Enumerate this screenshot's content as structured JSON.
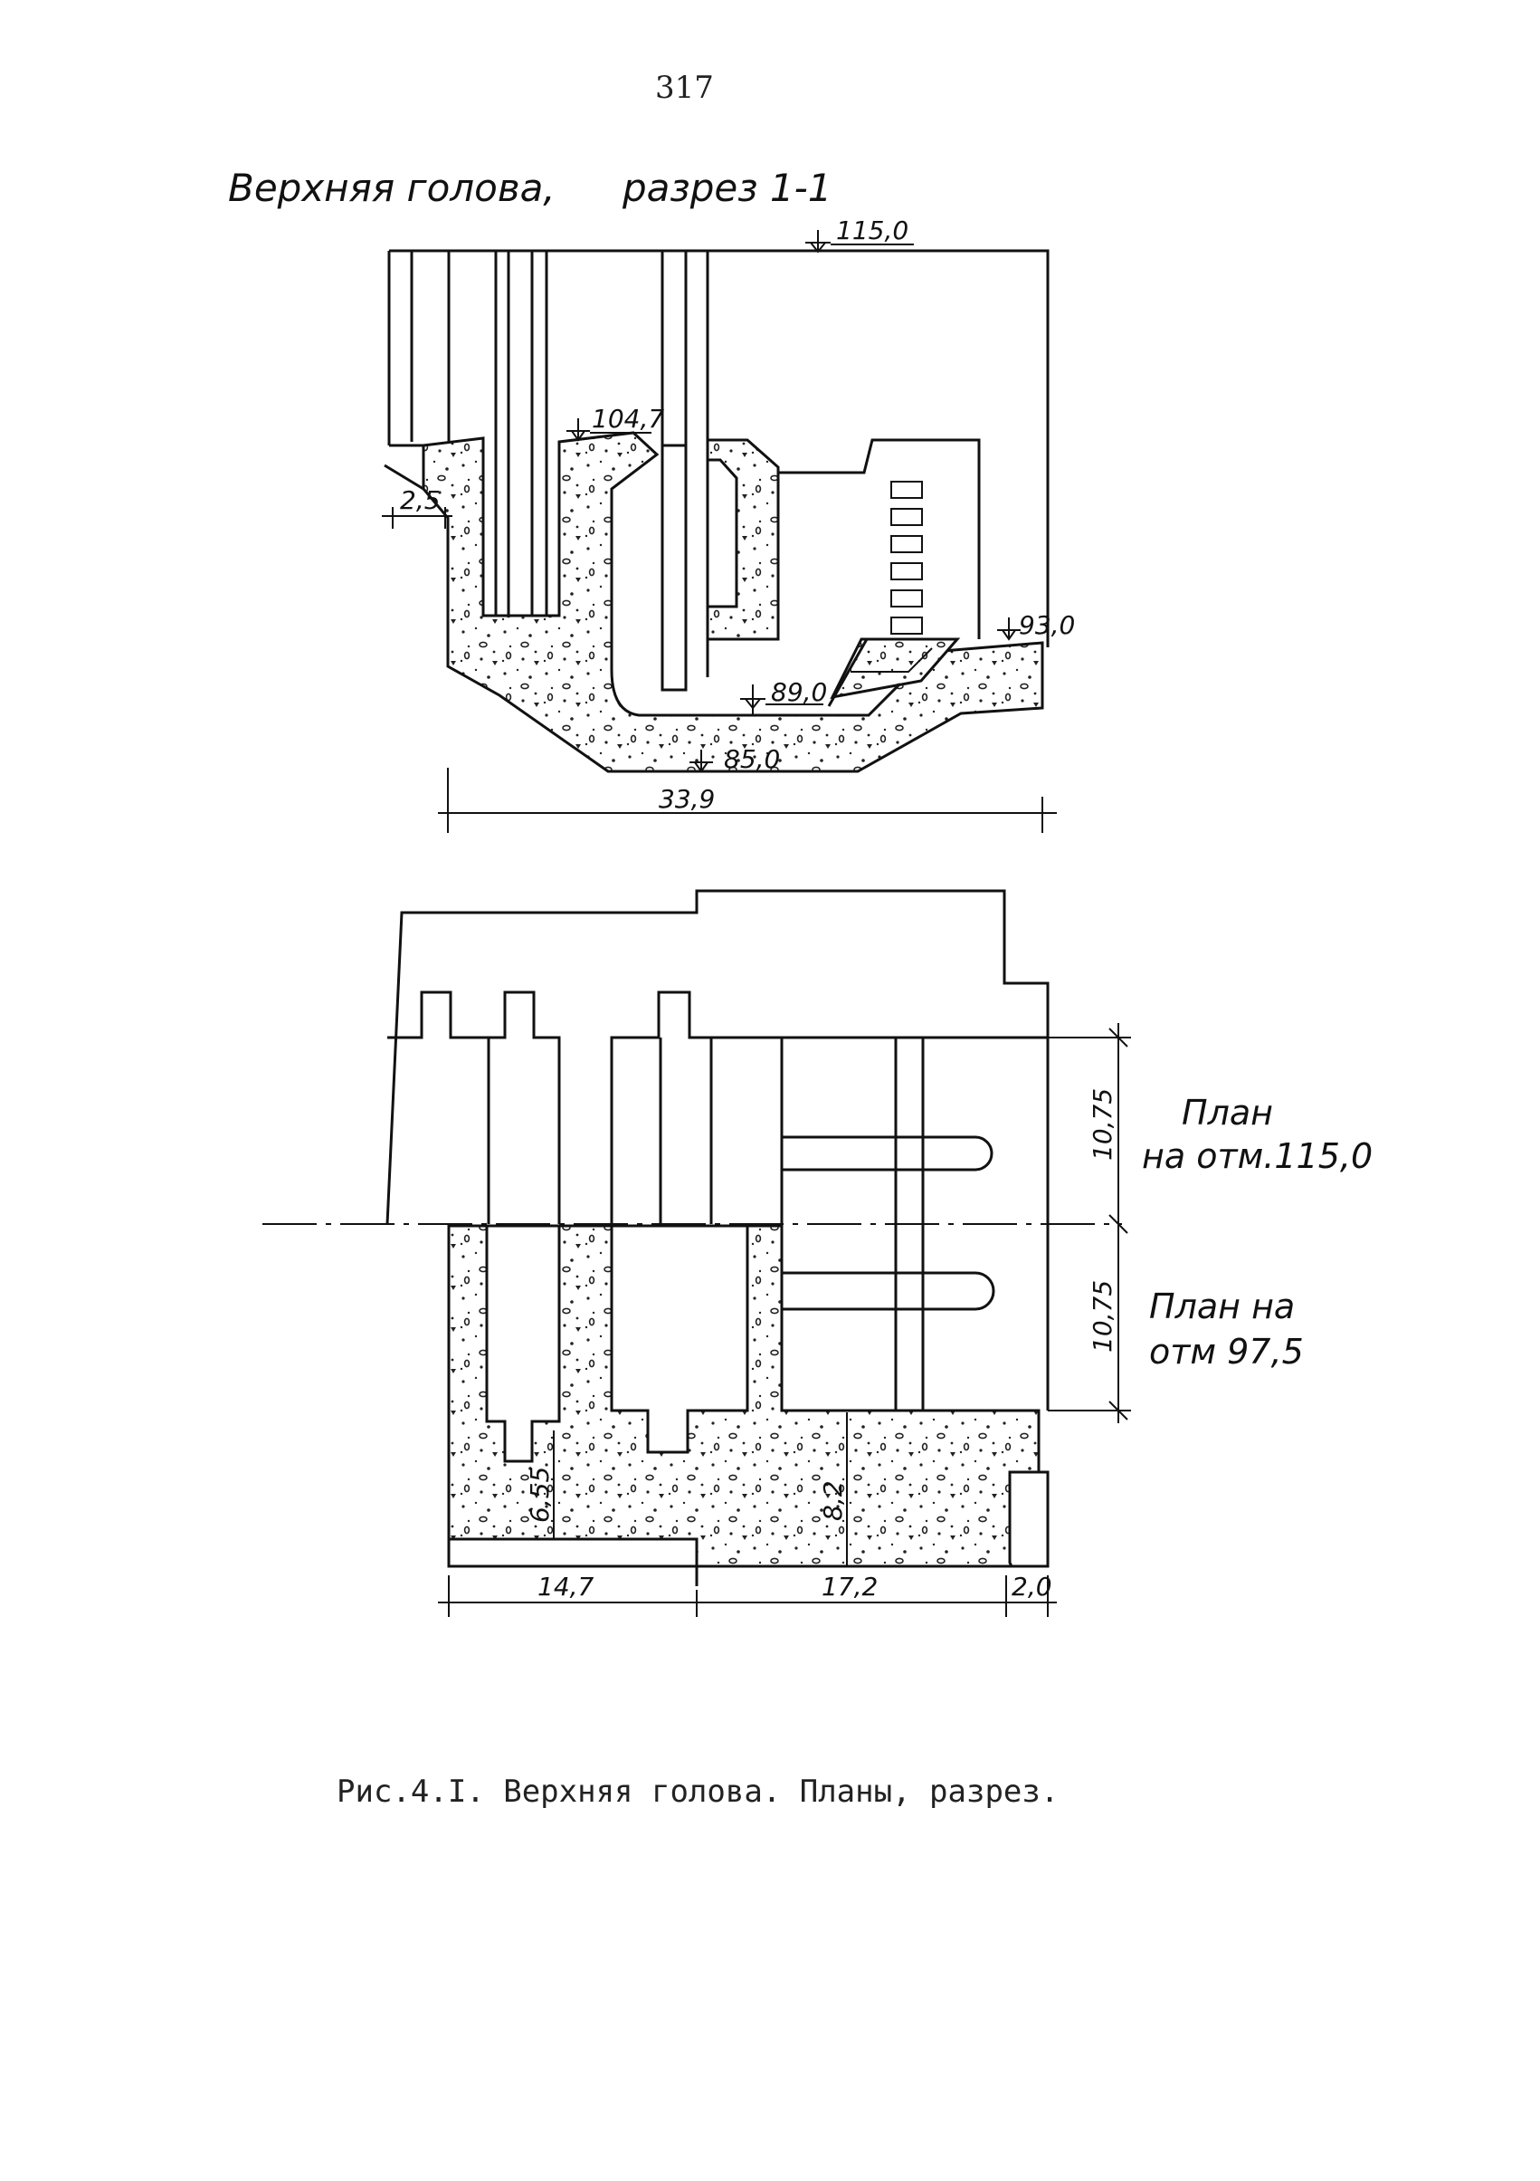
{
  "page_number": "317",
  "section_title": "Верхняя голова,",
  "section_subtitle": "разрез 1-1",
  "section_labels": {
    "elev_top": "115,0",
    "elev_sill": "104,7",
    "elev_right": "93,0",
    "elev_floor": "89,0",
    "elev_bottom": "85,0",
    "dim_left": "2,5",
    "dim_width": "33,9"
  },
  "plan_labels": {
    "upper_plan_line1": "План",
    "upper_plan_line2": "на отм.115,0",
    "lower_plan_line1": "План на",
    "lower_plan_line2": "отм 97,5",
    "dim_upper_height": "10,75",
    "dim_lower_height": "10,75",
    "dim_6_55": "6,55",
    "dim_8_2": "8,2",
    "dim_14_7": "14,7",
    "dim_17_2": "17,2",
    "dim_2_0": "2,0"
  },
  "caption": "Рис.4.I. Верхняя голова. Планы, разрез.",
  "colors": {
    "ink": "#111111",
    "paper": "#ffffff"
  }
}
